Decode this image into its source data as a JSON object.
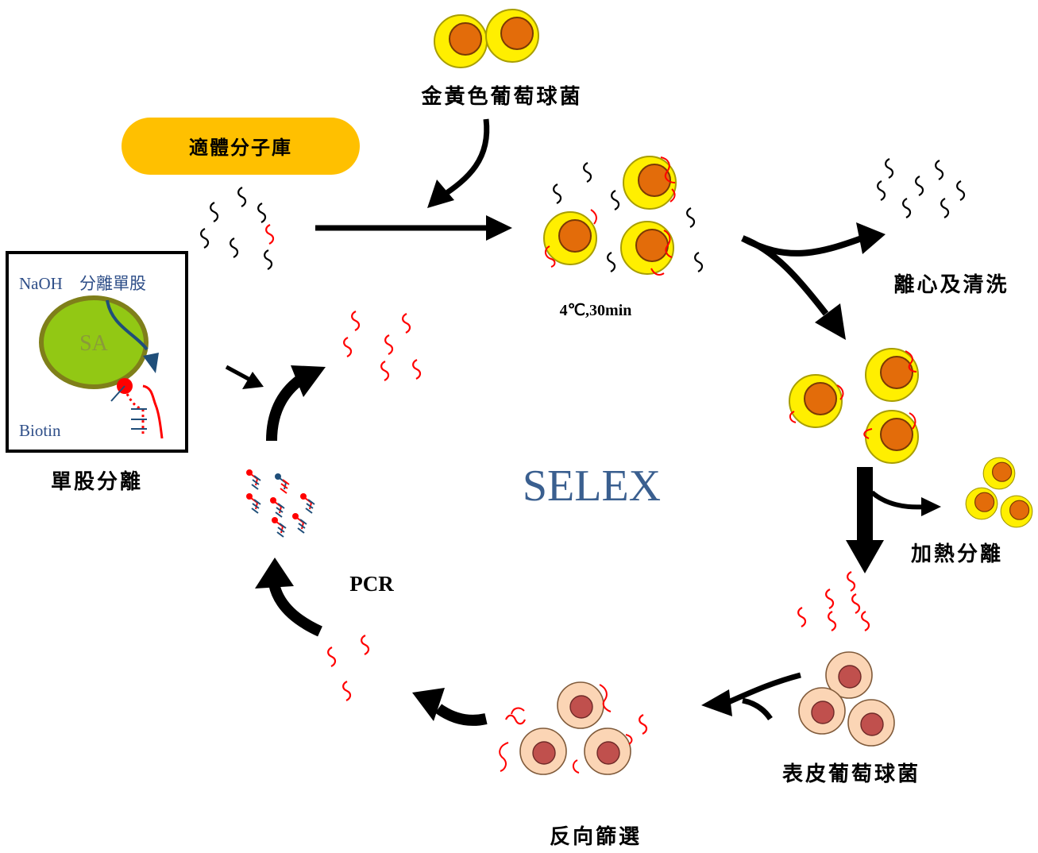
{
  "labels": {
    "s_aureus": "金黃色葡萄球菌",
    "library": "適體分子庫",
    "incubation": "4℃,30min",
    "centrifuge_wash": "離心及清洗",
    "heat_separation": "加熱分離",
    "s_epidermidis": "表皮葡萄球菌",
    "counter_selection": "反向篩選",
    "pcr": "PCR",
    "ss_separation": "單股分離",
    "center_title": "SELEX"
  },
  "ss_box": {
    "naoh": "NaOH",
    "separate_ss": "分離單股",
    "sa": "SA",
    "biotin": "Biotin"
  },
  "colors": {
    "s_aureus_outer": "#ffef00",
    "s_aureus_inner": "#e36c0a",
    "s_epidermidis_outer": "#fbd5b5",
    "s_epidermidis_inner": "#c0504d",
    "library_pill": "#ffc000",
    "sa_bead": "#92c814",
    "sa_bead_border": "#7f7f1a",
    "aptamer_bound": "#ff0000",
    "aptamer_free": "#000000",
    "complement_strand": "#1f4e79",
    "selex_text": "#3a5f8f"
  }
}
